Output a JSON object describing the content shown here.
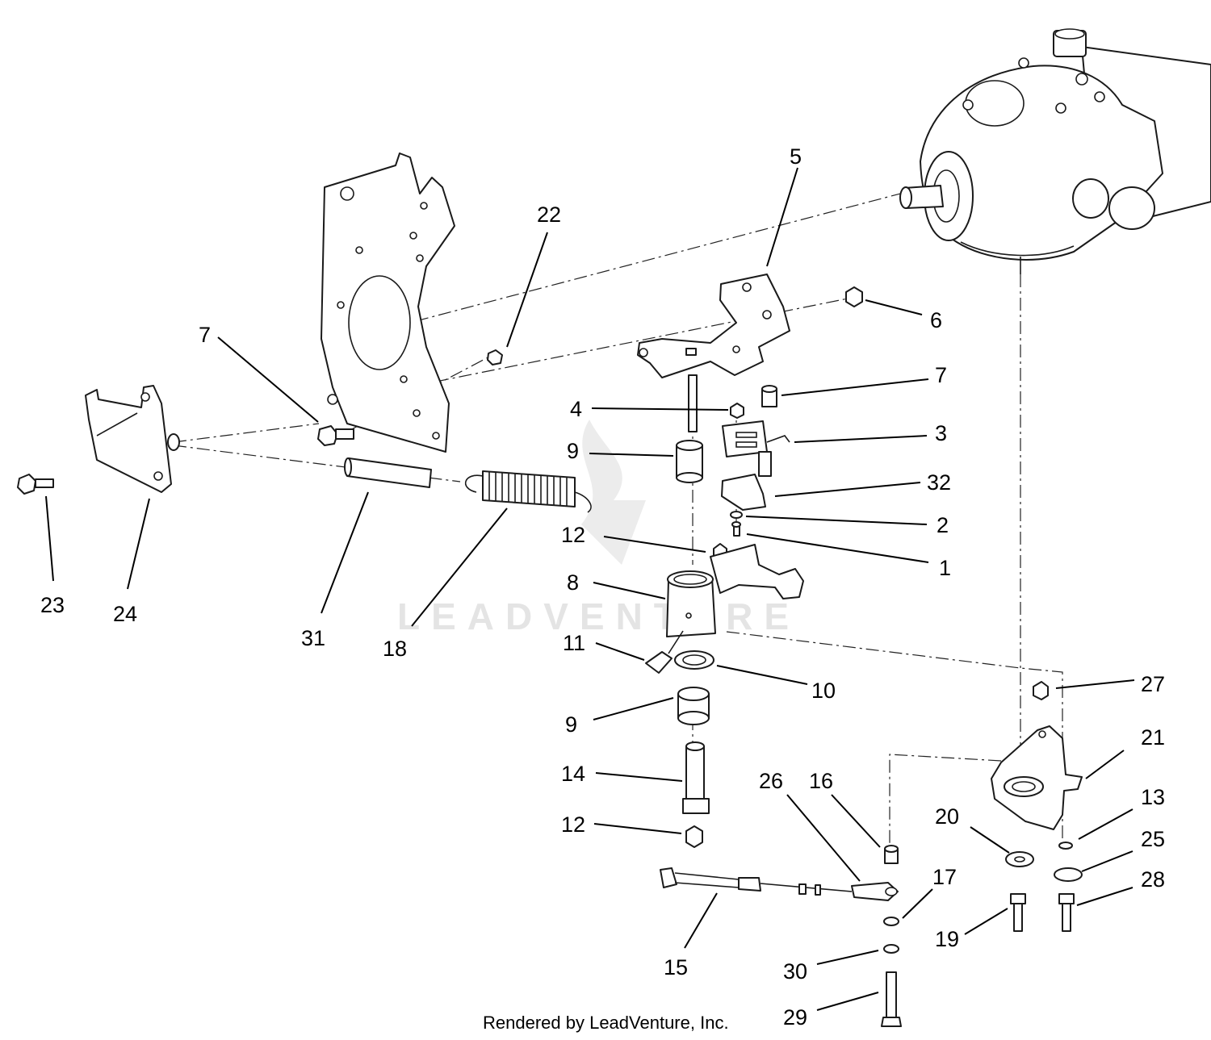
{
  "callouts": [
    {
      "id": "p5",
      "text": "5"
    },
    {
      "id": "p22",
      "text": "22"
    },
    {
      "id": "p6",
      "text": "6"
    },
    {
      "id": "p7a",
      "text": "7"
    },
    {
      "id": "p7b",
      "text": "7"
    },
    {
      "id": "p4",
      "text": "4"
    },
    {
      "id": "p3",
      "text": "3"
    },
    {
      "id": "p9a",
      "text": "9"
    },
    {
      "id": "p32",
      "text": "32"
    },
    {
      "id": "p2",
      "text": "2"
    },
    {
      "id": "p12a",
      "text": "12"
    },
    {
      "id": "p1",
      "text": "1"
    },
    {
      "id": "p8",
      "text": "8"
    },
    {
      "id": "p23",
      "text": "23"
    },
    {
      "id": "p24",
      "text": "24"
    },
    {
      "id": "p31",
      "text": "31"
    },
    {
      "id": "p18",
      "text": "18"
    },
    {
      "id": "p11",
      "text": "11"
    },
    {
      "id": "p10",
      "text": "10"
    },
    {
      "id": "p27",
      "text": "27"
    },
    {
      "id": "p9b",
      "text": "9"
    },
    {
      "id": "p21",
      "text": "21"
    },
    {
      "id": "p14",
      "text": "14"
    },
    {
      "id": "p26",
      "text": "26"
    },
    {
      "id": "p16",
      "text": "16"
    },
    {
      "id": "p13",
      "text": "13"
    },
    {
      "id": "p20",
      "text": "20"
    },
    {
      "id": "p12b",
      "text": "12"
    },
    {
      "id": "p25",
      "text": "25"
    },
    {
      "id": "p17",
      "text": "17"
    },
    {
      "id": "p28",
      "text": "28"
    },
    {
      "id": "p19",
      "text": "19"
    },
    {
      "id": "p15",
      "text": "15"
    },
    {
      "id": "p30",
      "text": "30"
    },
    {
      "id": "p29",
      "text": "29"
    }
  ],
  "credit": "Rendered by LeadVenture, Inc.",
  "watermark": "LEADVENTURE"
}
